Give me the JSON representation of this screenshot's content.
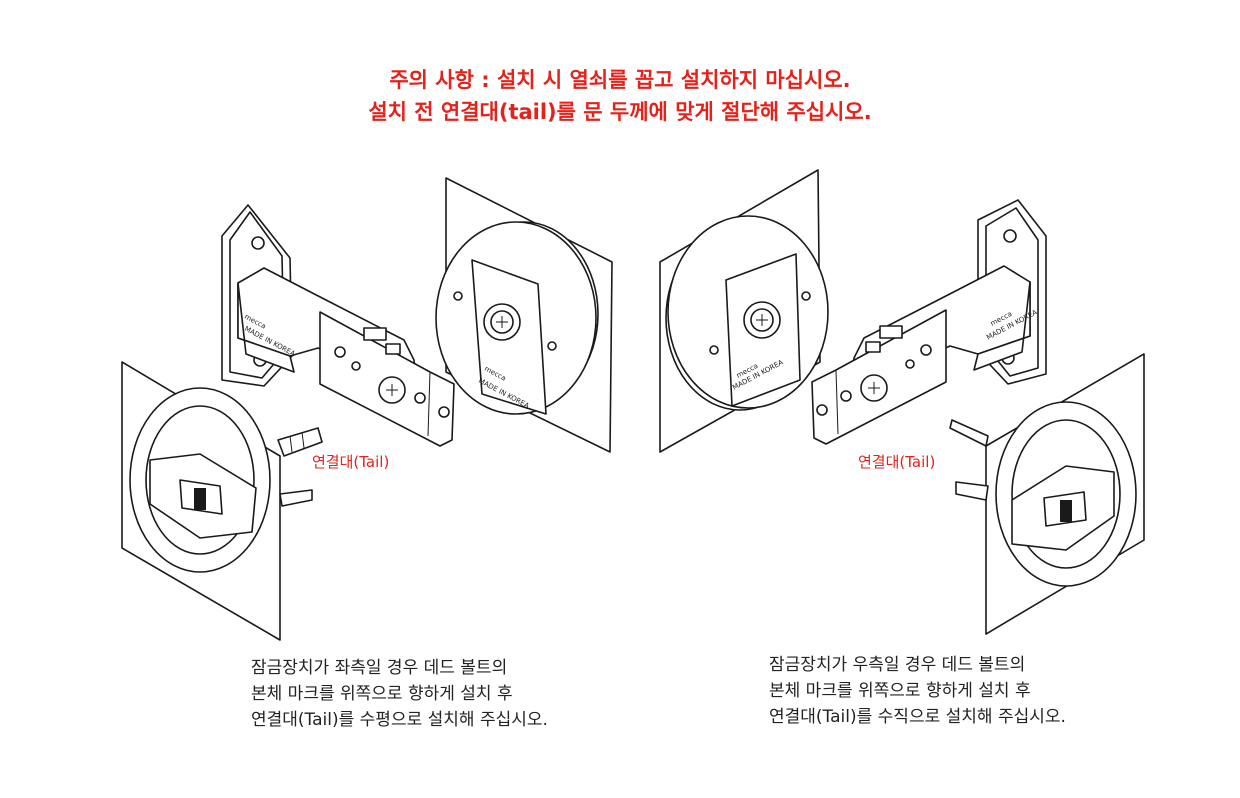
{
  "warning": {
    "line1": "주의 사항 : 설치 시 열쇠를 꼽고 설치하지 마십시오.",
    "line2": "설치 전 연결대(tail)를 문 두께에 맞게 절단해 주십시오."
  },
  "tail_labels": {
    "left": "연결대(Tail)",
    "right": "연결대(Tail)"
  },
  "instructions": {
    "left": [
      "잠금장치가 좌측일 경우 데드 볼트의",
      "본체 마크를 위쪽으로 향하게 설치 후",
      "연결대(Tail)를 수평으로 설치해 주십시오."
    ],
    "right": [
      "잠금장치가 우측일 경우 데드 볼트의",
      "본체 마크를 위쪽으로 향하게 설치 후",
      "연결대(Tail)를 수직으로 설치해 주십시오."
    ]
  },
  "brand_marks": {
    "logo": "mecca",
    "origin": "MADE IN KOREA"
  },
  "colors": {
    "accent": "#e3231b",
    "line": "#1a1a1a",
    "text": "#222222"
  }
}
